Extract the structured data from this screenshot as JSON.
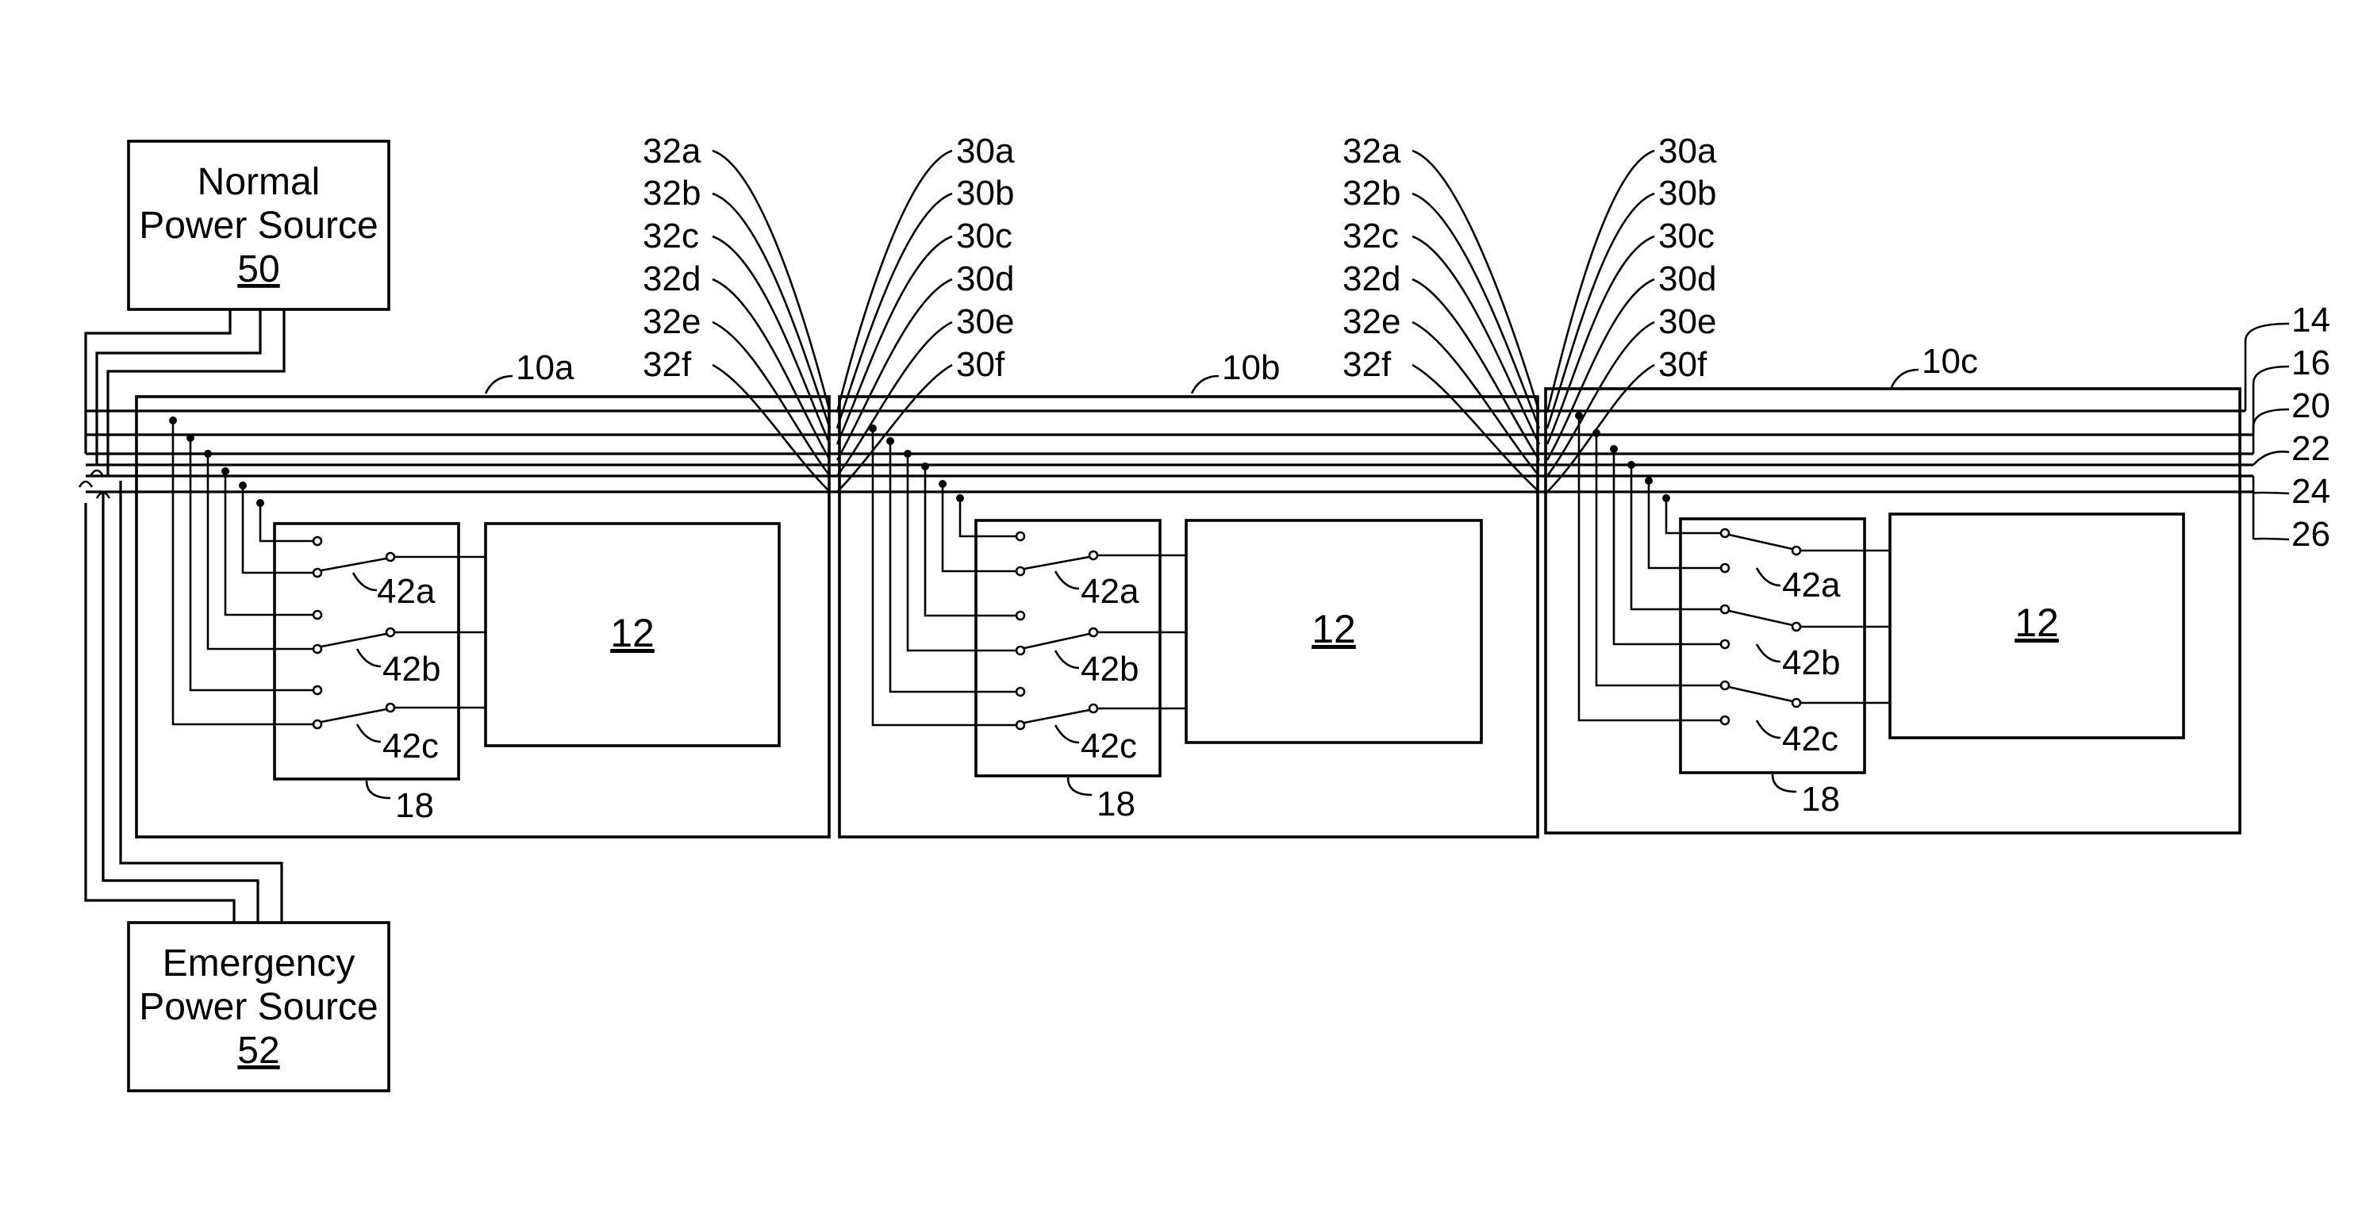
{
  "sources": {
    "normal": {
      "line1": "Normal",
      "line2": "Power Source",
      "ref": "50"
    },
    "emergency": {
      "line1": "Emergency",
      "line2": "Power Source",
      "ref": "52"
    }
  },
  "modules": [
    {
      "label": "10a",
      "load_ref": "12",
      "switch_box_ref": "18",
      "switches": [
        "42a",
        "42b",
        "42c"
      ]
    },
    {
      "label": "10b",
      "load_ref": "12",
      "switch_box_ref": "18",
      "switches": [
        "42a",
        "42b",
        "42c"
      ]
    },
    {
      "label": "10c",
      "load_ref": "12",
      "switch_box_ref": "18",
      "switches": [
        "42a",
        "42b",
        "42c"
      ]
    }
  ],
  "connector_labels": {
    "left_set": [
      "32a",
      "32b",
      "32c",
      "32d",
      "32e",
      "32f"
    ],
    "right_set": [
      "30a",
      "30b",
      "30c",
      "30d",
      "30e",
      "30f"
    ]
  },
  "bus_labels": [
    "14",
    "16",
    "20",
    "22",
    "24",
    "26"
  ]
}
